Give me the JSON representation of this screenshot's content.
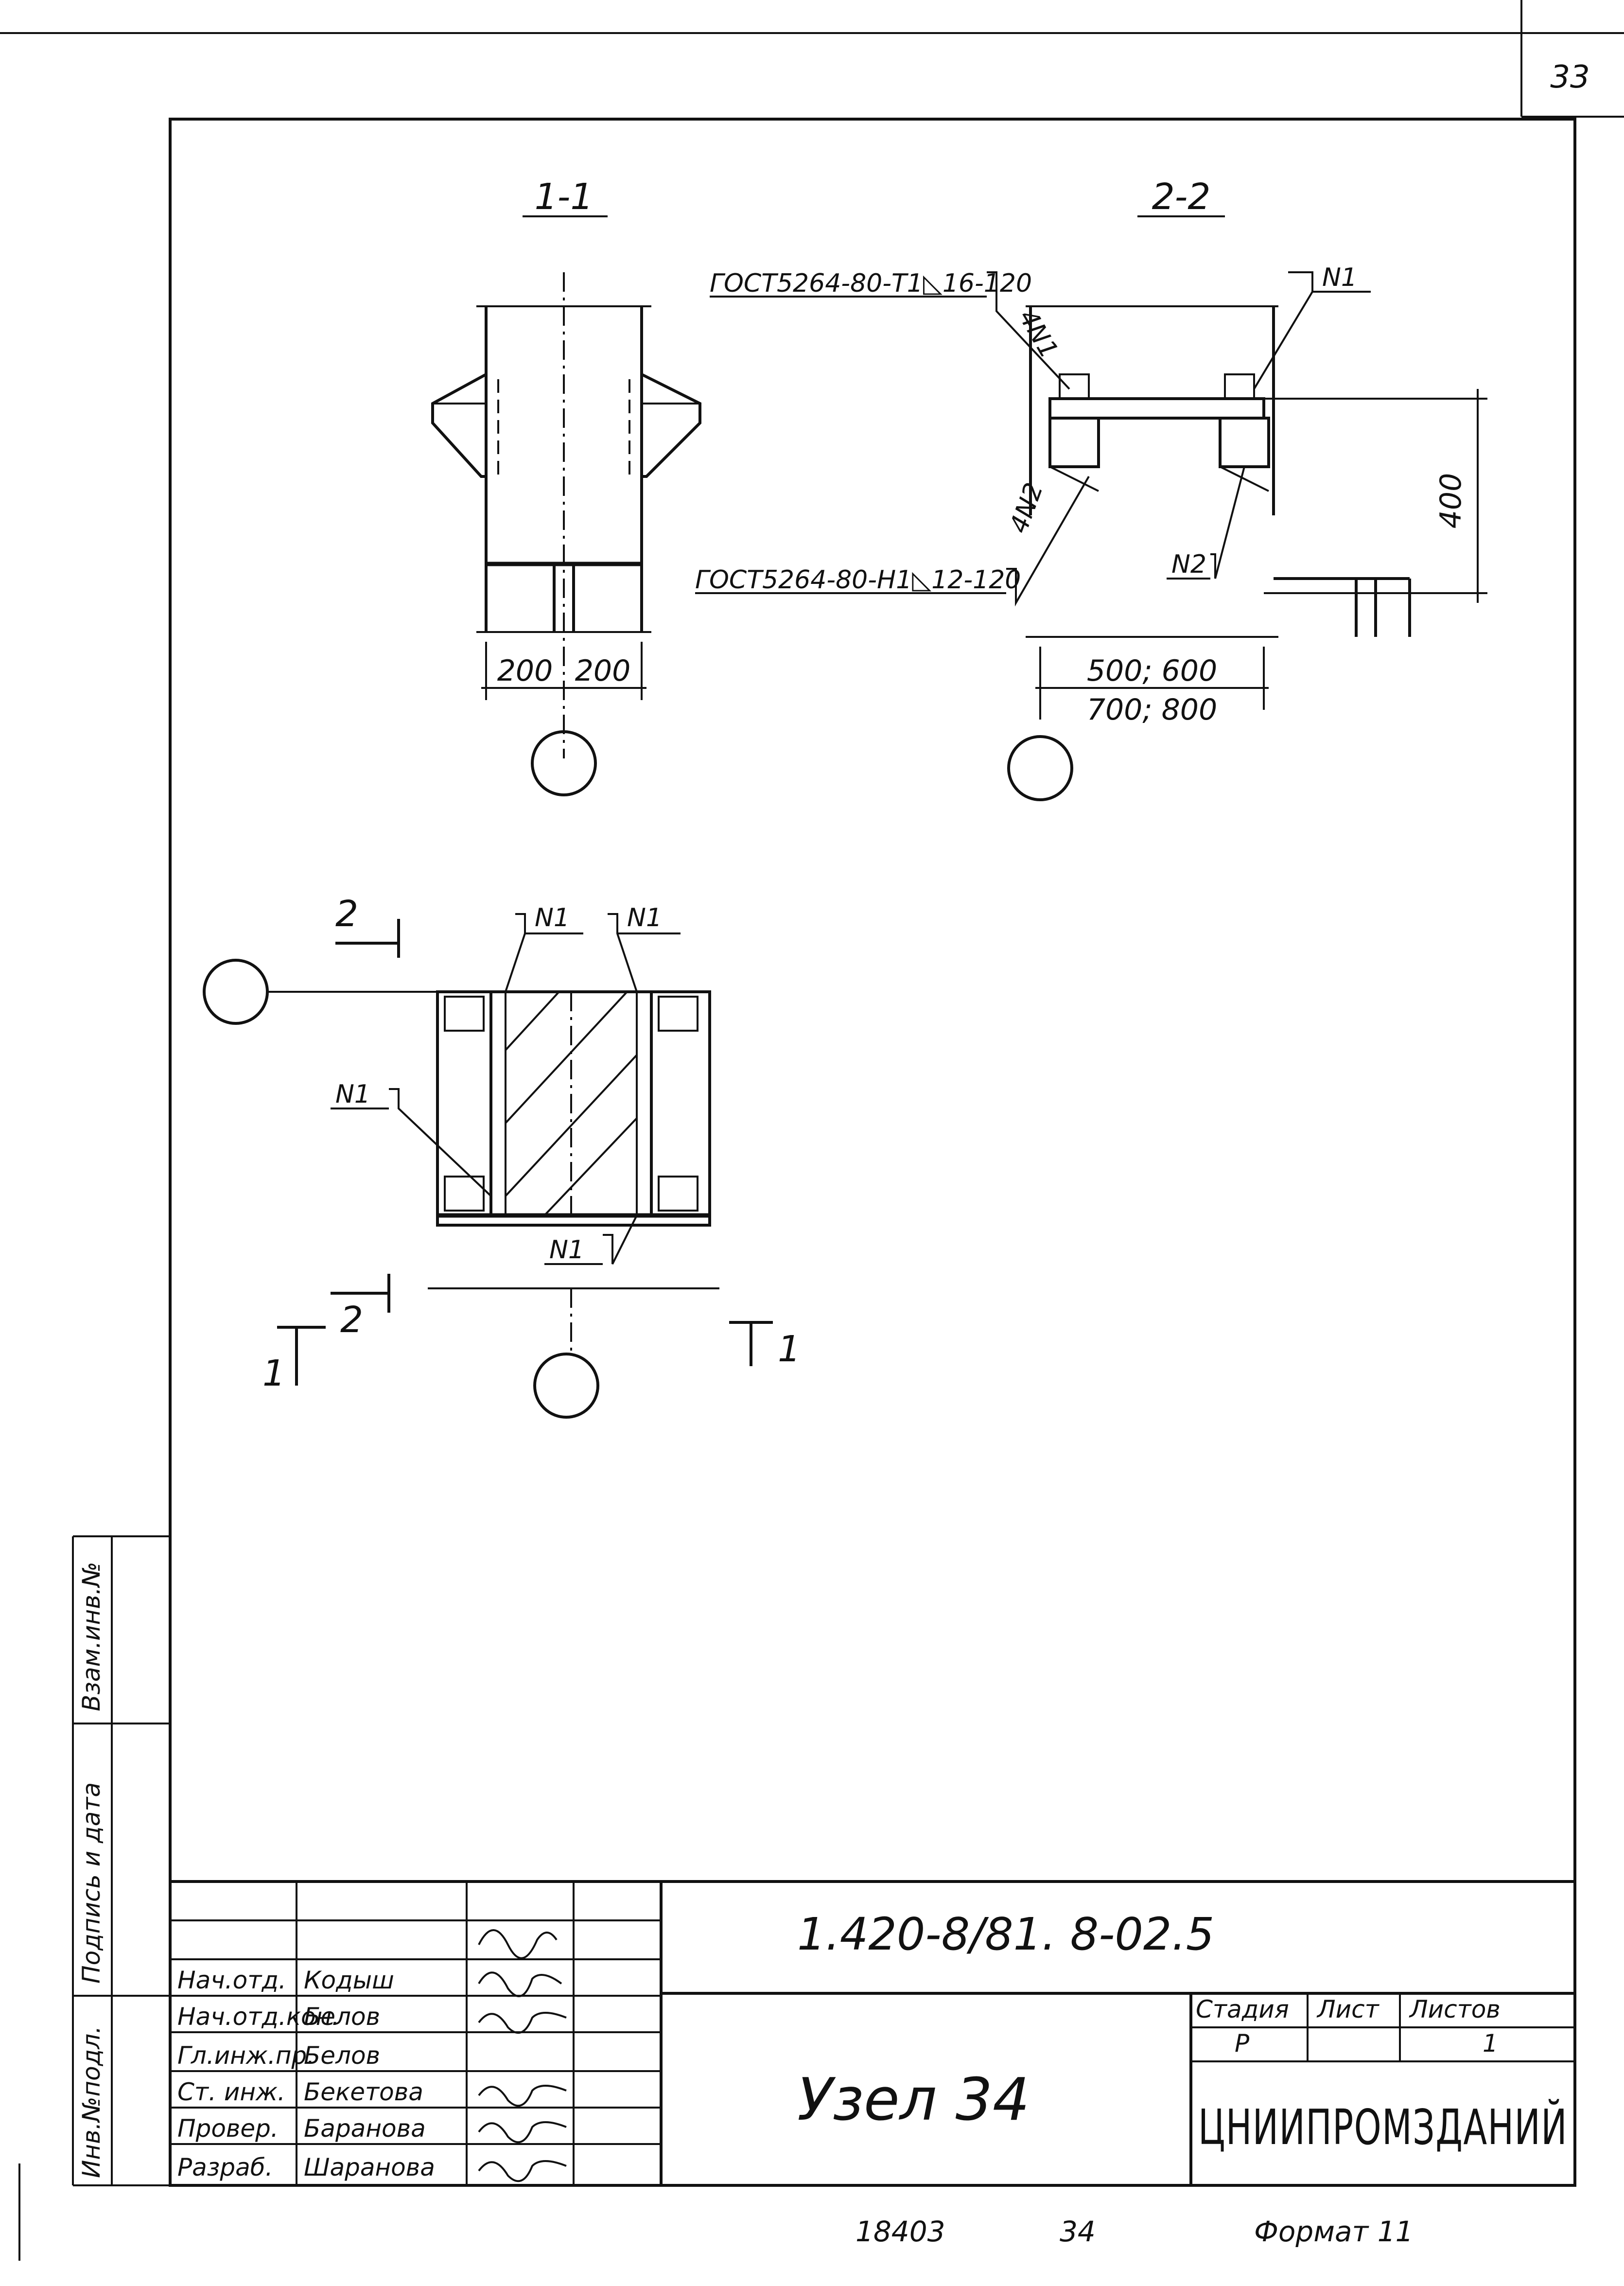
{
  "page_number": "33",
  "sections": {
    "s11": "1-1",
    "s22": "2-2"
  },
  "callouts": {
    "weld_top": "ГОСТ5264-80-Т1◺16-120",
    "weld_top_short": "4N1",
    "weld_bottom": "ГОСТ5264-80-Н1◺12-120",
    "weld_bottom_short": "4N2",
    "n1": "N1",
    "n2": "N2"
  },
  "dimensions": {
    "d200_left": "200",
    "d200_right": "200",
    "d500_600": "500; 600",
    "d700_800": "700; 800",
    "d400": "400"
  },
  "plan_labels": {
    "cut2_top": "2",
    "cut2_bottom": "2",
    "cut1_left": "1",
    "cut1_right": "1"
  },
  "title_block": {
    "code": "1.420-8/81. 8-02.5",
    "title": "Узел 34",
    "stage_header": "Стадия",
    "sheet_header": "Лист",
    "sheets_header": "Листов",
    "stage_value": "Р",
    "sheets_value": "1",
    "organization": "ЦНИИПРОМЗДАНИЙ",
    "rows": [
      {
        "role": "Нач.отд.",
        "name": "Кодыш"
      },
      {
        "role": "Нач.отд.кон.",
        "name": "Белов"
      },
      {
        "role": "Гл.инж.пр.",
        "name": "Белов"
      },
      {
        "role": "Ст. инж.",
        "name": "Бекетова"
      },
      {
        "role": "Провер.",
        "name": "Баранова"
      },
      {
        "role": "Разраб.",
        "name": "Шаранова"
      }
    ],
    "side_stamps": {
      "inv_orig": "Инв.№подл.",
      "sign_date": "Подпись и дата",
      "replace_inv": "Взам.инв.№"
    }
  },
  "footer": {
    "inventory": "18403",
    "number": "34",
    "format": "Формат 11"
  }
}
